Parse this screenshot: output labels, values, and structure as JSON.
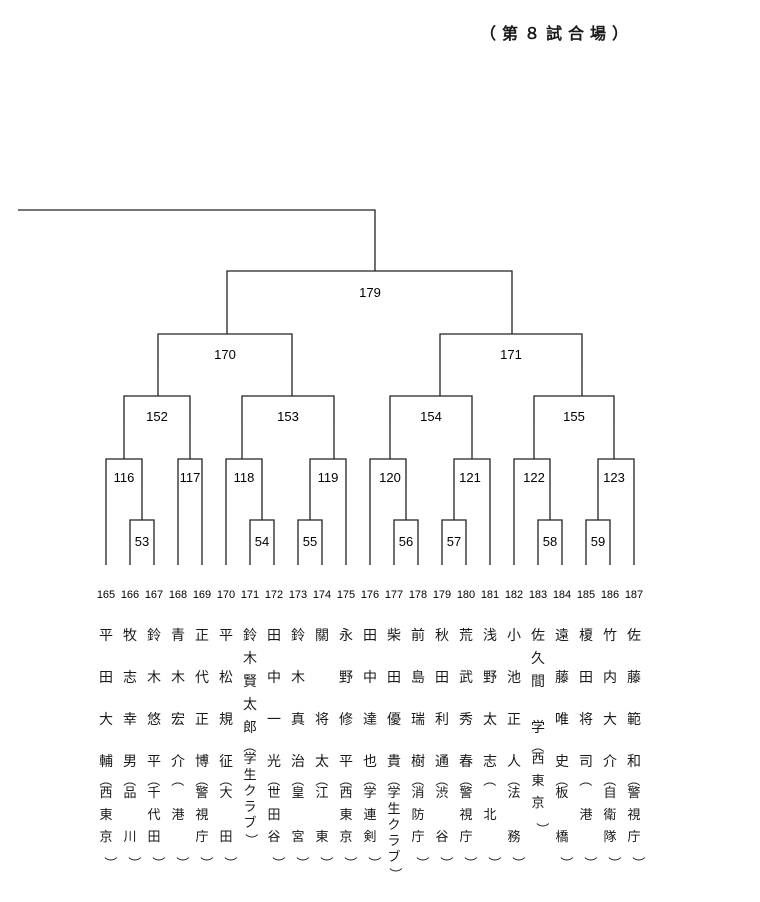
{
  "header": {
    "title": "（第８試合場）"
  },
  "bracket": {
    "slots": [
      {
        "num": "165",
        "name": [
          "平",
          "田",
          "大",
          "輔"
        ],
        "group": [
          "（",
          "西",
          "東",
          "京",
          "）"
        ]
      },
      {
        "num": "166",
        "name": [
          "牧",
          "志",
          "幸",
          "男"
        ],
        "group": [
          "（",
          "品",
          "",
          "川",
          "）"
        ]
      },
      {
        "num": "167",
        "name": [
          "鈴",
          "木",
          "悠",
          "平"
        ],
        "group": [
          "（",
          "千",
          "代",
          "田",
          "）"
        ]
      },
      {
        "num": "168",
        "name": [
          "青",
          "木",
          "宏",
          "介"
        ],
        "group": [
          "（",
          "",
          "港",
          "",
          "）"
        ]
      },
      {
        "num": "169",
        "name": [
          "正",
          "代",
          "正",
          "博"
        ],
        "group": [
          "（",
          "警",
          "視",
          "庁",
          "）"
        ]
      },
      {
        "num": "170",
        "name": [
          "平",
          "松",
          "規",
          "征"
        ],
        "group": [
          "（",
          "大",
          "",
          "田",
          "）"
        ]
      },
      {
        "num": "171",
        "name": [
          "鈴",
          "木",
          "賢",
          "太",
          "郎"
        ],
        "group": [
          "（",
          "学",
          "生",
          "ク",
          "ラ",
          "ブ",
          "）"
        ]
      },
      {
        "num": "172",
        "name": [
          "田",
          "中",
          "一",
          "光"
        ],
        "group": [
          "（",
          "世",
          "田",
          "谷",
          "）"
        ]
      },
      {
        "num": "173",
        "name": [
          "鈴",
          "木",
          "真",
          "治"
        ],
        "group": [
          "（",
          "皇",
          "",
          "宮",
          "）"
        ]
      },
      {
        "num": "174",
        "name": [
          "關",
          "",
          "将",
          "太"
        ],
        "group": [
          "（",
          "江",
          "",
          "東",
          "）"
        ]
      },
      {
        "num": "175",
        "name": [
          "永",
          "野",
          "修",
          "平"
        ],
        "group": [
          "（",
          "西",
          "東",
          "京",
          "）"
        ]
      },
      {
        "num": "176",
        "name": [
          "田",
          "中",
          "達",
          "也"
        ],
        "group": [
          "（",
          "学",
          "連",
          "剣",
          "）"
        ]
      },
      {
        "num": "177",
        "name": [
          "柴",
          "田",
          "優",
          "貴"
        ],
        "group": [
          "（",
          "学",
          "生",
          "ク",
          "ラ",
          "ブ",
          "）"
        ]
      },
      {
        "num": "178",
        "name": [
          "前",
          "島",
          "瑞",
          "樹"
        ],
        "group": [
          "（",
          "消",
          "防",
          "庁",
          "）"
        ]
      },
      {
        "num": "179",
        "name": [
          "秋",
          "田",
          "利",
          "通"
        ],
        "group": [
          "（",
          "渋",
          "",
          "谷",
          "）"
        ]
      },
      {
        "num": "180",
        "name": [
          "荒",
          "武",
          "秀",
          "春"
        ],
        "group": [
          "（",
          "警",
          "視",
          "庁",
          "）"
        ]
      },
      {
        "num": "181",
        "name": [
          "浅",
          "野",
          "太",
          "志"
        ],
        "group": [
          "（",
          "",
          "北",
          "",
          "）"
        ]
      },
      {
        "num": "182",
        "name": [
          "小",
          "池",
          "正",
          "人"
        ],
        "group": [
          "（",
          "法",
          "",
          "務",
          "）"
        ]
      },
      {
        "num": "183",
        "name": [
          "佐",
          "久",
          "間",
          "",
          "学"
        ],
        "group": [
          "（",
          "西",
          "東",
          "京",
          "）"
        ]
      },
      {
        "num": "184",
        "name": [
          "遠",
          "藤",
          "唯",
          "史"
        ],
        "group": [
          "（",
          "板",
          "",
          "橋",
          "）"
        ]
      },
      {
        "num": "185",
        "name": [
          "榎",
          "田",
          "将",
          "司"
        ],
        "group": [
          "（",
          "",
          "港",
          "",
          "）"
        ]
      },
      {
        "num": "186",
        "name": [
          "竹",
          "内",
          "大",
          "介"
        ],
        "group": [
          "（",
          "自",
          "衛",
          "隊",
          "）"
        ]
      },
      {
        "num": "187",
        "name": [
          "佐",
          "藤",
          "範",
          "和"
        ],
        "group": [
          "（",
          "警",
          "視",
          "庁",
          "）"
        ]
      }
    ],
    "matches": [
      {
        "id": "53",
        "label": "53"
      },
      {
        "id": "54",
        "label": "54"
      },
      {
        "id": "55",
        "label": "55"
      },
      {
        "id": "56",
        "label": "56"
      },
      {
        "id": "57",
        "label": "57"
      },
      {
        "id": "58",
        "label": "58"
      },
      {
        "id": "59",
        "label": "59"
      },
      {
        "id": "116",
        "label": "116"
      },
      {
        "id": "117",
        "label": "117"
      },
      {
        "id": "118",
        "label": "118"
      },
      {
        "id": "119",
        "label": "119"
      },
      {
        "id": "120",
        "label": "120"
      },
      {
        "id": "121",
        "label": "121"
      },
      {
        "id": "122",
        "label": "122"
      },
      {
        "id": "123",
        "label": "123"
      },
      {
        "id": "152",
        "label": "152"
      },
      {
        "id": "153",
        "label": "153"
      },
      {
        "id": "154",
        "label": "154"
      },
      {
        "id": "155",
        "label": "155"
      },
      {
        "id": "170",
        "label": "170"
      },
      {
        "id": "171",
        "label": "171"
      },
      {
        "id": "179",
        "label": "179"
      }
    ]
  }
}
